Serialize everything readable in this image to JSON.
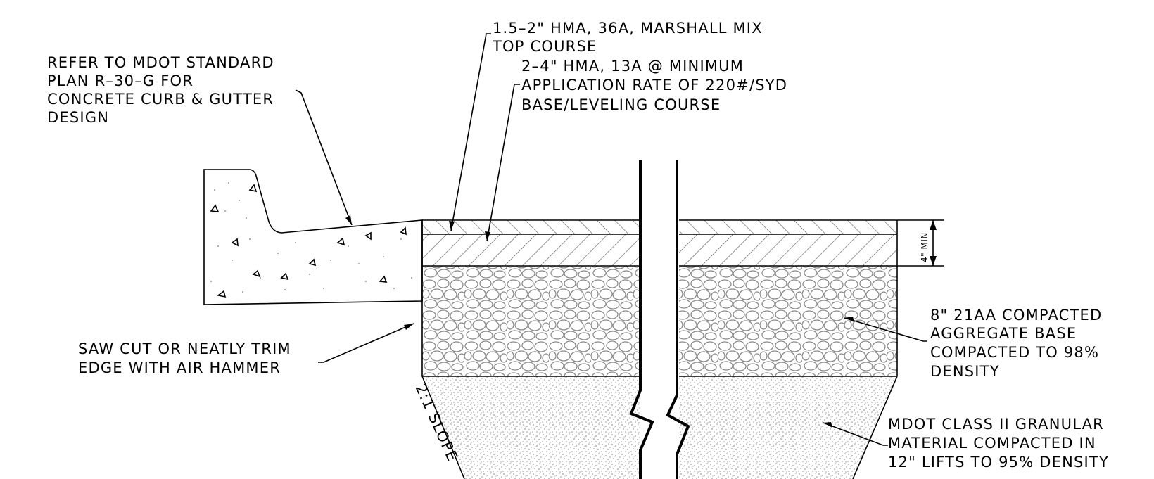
{
  "notes": {
    "hma_top": {
      "line1": "1.5–2\" HMA, 36A, MARSHALL MIX",
      "line2": "TOP COURSE"
    },
    "hma_base": {
      "line1": "2–4\" HMA, 13A @ MINIMUM",
      "line2": "APPLICATION RATE OF 220#/SYD",
      "line3": "BASE/LEVELING COURSE"
    },
    "curb": {
      "line1": "REFER TO MDOT STANDARD",
      "line2": "PLAN R–30–G FOR",
      "line3": "CONCRETE CURB & GUTTER",
      "line4": "DESIGN"
    },
    "saw_cut": {
      "line1": "SAW CUT OR NEATLY TRIM",
      "line2": "EDGE WITH AIR HAMMER"
    },
    "aggregate": {
      "line1": "8\" 21AA COMPACTED",
      "line2": "AGGREGATE BASE",
      "line3": "COMPACTED TO 98%",
      "line4": "DENSITY"
    },
    "granular": {
      "line1": "MDOT CLASS II GRANULAR",
      "line2": "MATERIAL COMPACTED IN",
      "line3": "12\" LIFTS TO 95% DENSITY"
    },
    "slope": "2:1 SLOPE",
    "dimension": "4\" MIN"
  },
  "colors": {
    "line": "#000000",
    "hatch": "#555555",
    "stone": "#8a8a8a",
    "stipple": "#9a9a9a"
  }
}
